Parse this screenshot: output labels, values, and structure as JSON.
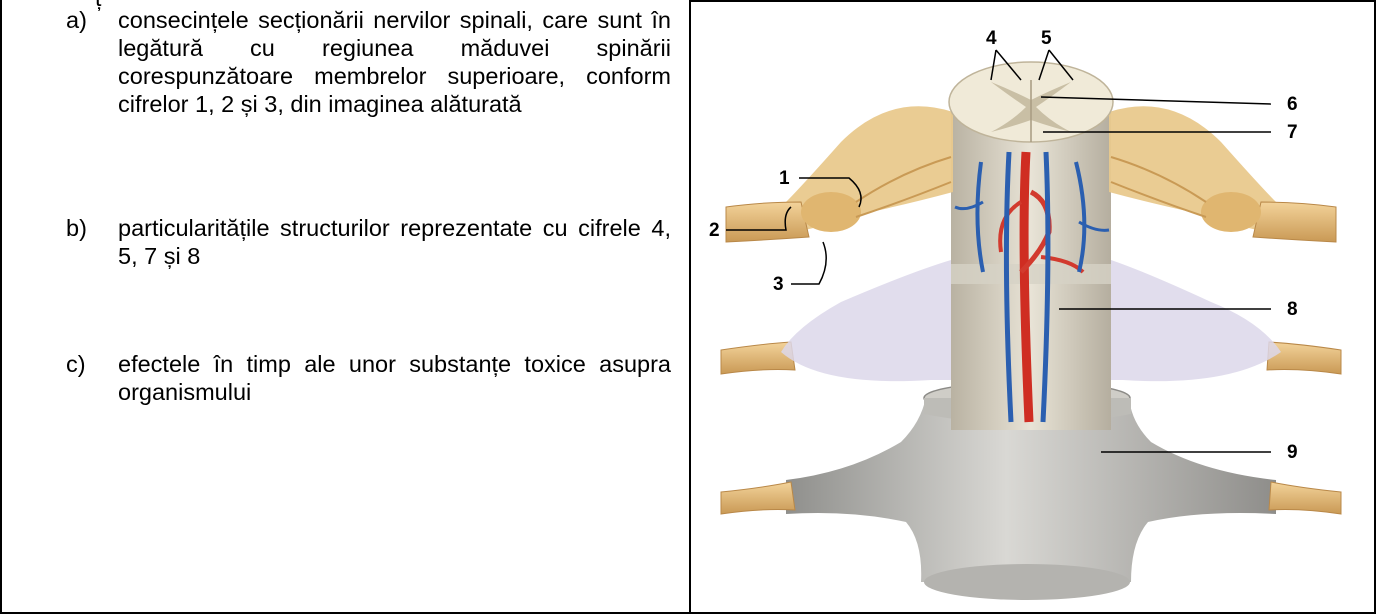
{
  "header_fragment": "ț",
  "items": [
    {
      "letter": "a)",
      "text": "consecințele secționării nervilor spinali, care sunt în legătură cu regiunea măduvei spinării corespunzătoare membrelor superioare, conform cifrelor 1, 2 și 3, din imaginea alăturată"
    },
    {
      "letter": "b)",
      "text": "particularitățile structurilor reprezentate cu cifrele 4, 5, 7 și 8"
    },
    {
      "letter": "c)",
      "text": "efectele în timp ale unor substanțe toxice asupra organismului"
    }
  ],
  "figure": {
    "labels": [
      "1",
      "2",
      "3",
      "4",
      "5",
      "6",
      "7",
      "8",
      "9"
    ]
  }
}
